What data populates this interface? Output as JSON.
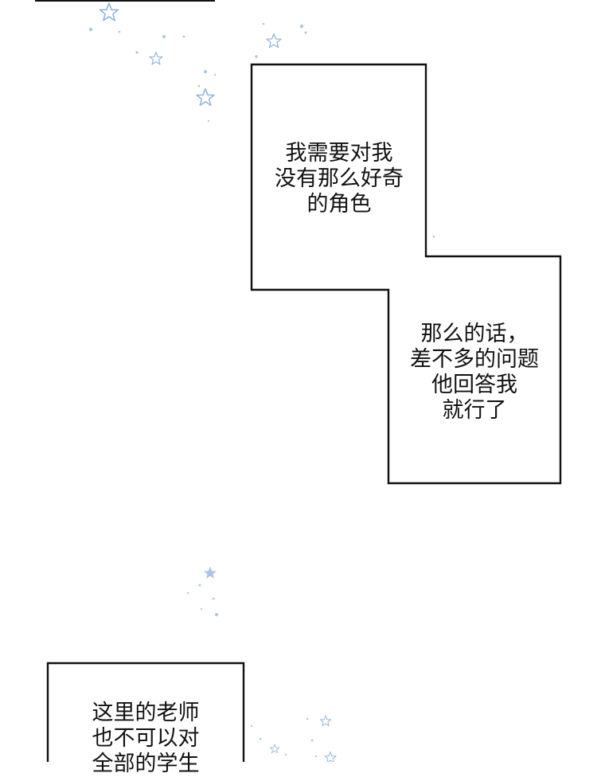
{
  "page": {
    "background": "#ffffff"
  },
  "colors": {
    "ink": "#111111",
    "star": "#a9c6e3",
    "star_dark": "#8fb3d9"
  },
  "bubbles": {
    "first": {
      "text": "我需要对我\n没有那么好奇\n的角色"
    },
    "second": {
      "text": "那么的话，\n差不多的问题\n他回答我\n就行了"
    },
    "third": {
      "text": "这里的老师\n也不可以对\n全部的学生"
    }
  },
  "decorations": {
    "star_icon": "star-icon",
    "sparkle_icon": "sparkle-dot-icon"
  }
}
